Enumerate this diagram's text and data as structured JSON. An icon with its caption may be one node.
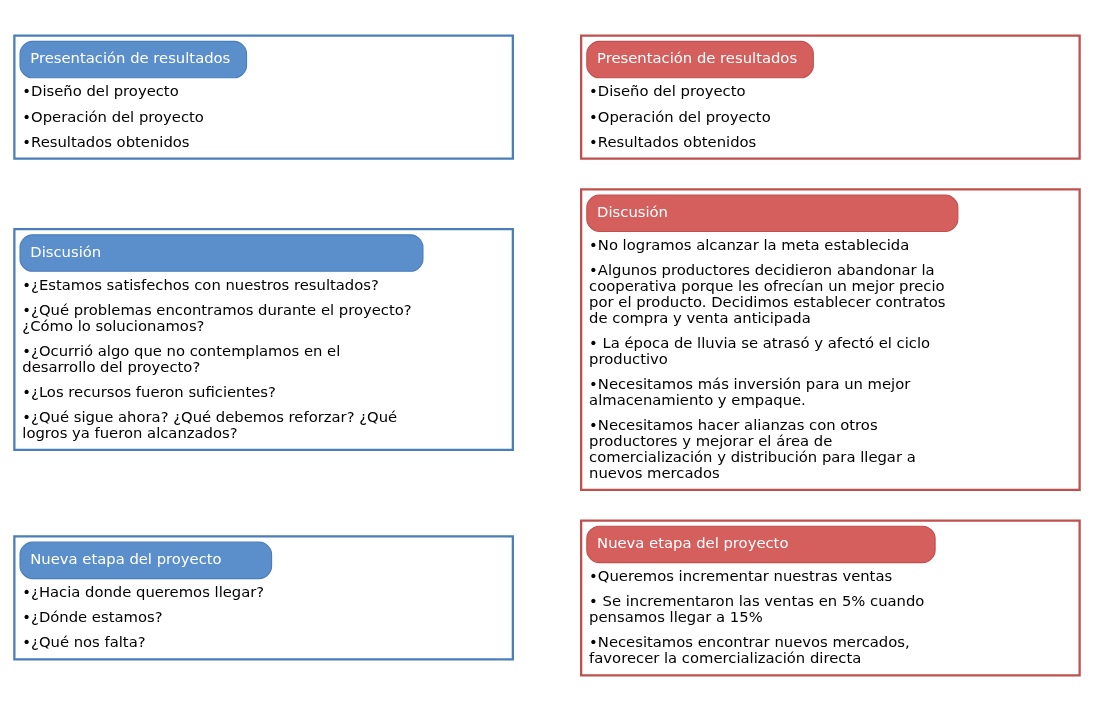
{
  "diagram": {
    "nodes": [
      {
        "text": [
          "Presentación de resultados",
          "•Diseño del proyecto",
          "•Operación del proyecto",
          "•Resultados obtenidos"
        ]
      },
      {
        "text": [
          "Discusión",
          "•¿Estamos satisfechos con nuestros resultados?",
          "•¿Qué problemas encontramos durante el proyecto? ¿Cómo lo solucionamos?",
          "•¿Ocurrió algo que no contemplamos en el desarrollo del proyecto?",
          "•¿Los recursos fueron suficientes?",
          "•¿Qué sigue ahora? ¿Qué debemos reforzar? ¿Qué logros ya fueron alcanzados?"
        ]
      },
      {
        "text": [
          "Nueva etapa del proyecto",
          "•¿Hacia donde queremos llegar?",
          "•¿Dónde estamos?",
          "•¿Qué nos falta?"
        ]
      },
      {
        "text": [
          "Presentación de resultados",
          "•Diseño del proyecto",
          "•Operación del proyecto",
          "•Resultados obtenidos"
        ]
      },
      {
        "text": [
          "Discusión",
          "•No logramos alcanzar la meta establecida",
          "•Algunos productores decidieron abandonar la cooperativa porque les ofrecían un mejor precio por el producto. Decidimos establecer contratos de compra y venta anticipada",
          "• La época de lluvia se atrasó y afectó el ciclo productivo",
          "•Necesitamos más inversión para un mejor almacenamiento y empaque.",
          "•Necesitamos hacer alianzas con otros productores y mejorar el área de comercialización y distribución para llegar a nuevos mercados"
        ]
      },
      {
        "text": [
          "Nueva etapa del proyecto",
          "•Queremos incrementar nuestras ventas",
          "• Se incrementaron las ventas en 5% cuando pensamos llegar a 15%",
          "•Necesitamos encontrar nuevos mercados, favorecer la comercialización directa"
        ]
      }
    ]
  }
}
